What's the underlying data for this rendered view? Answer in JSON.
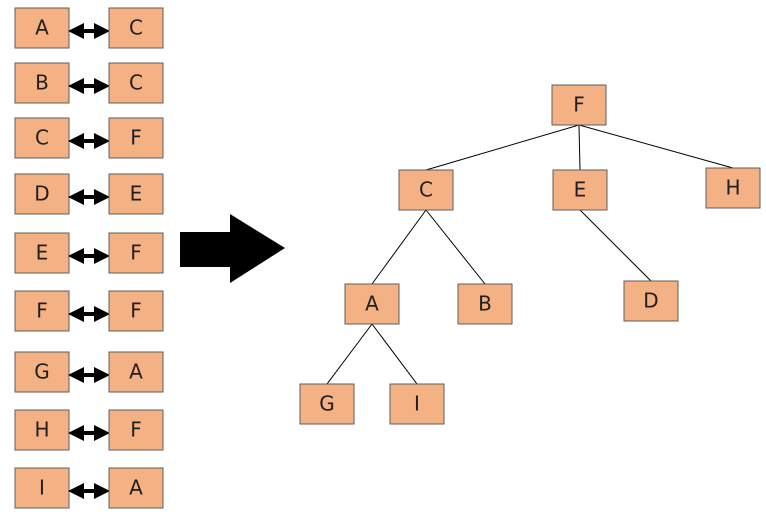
{
  "colors": {
    "node_fill": "#F4B183",
    "node_stroke": "#5E5E5E",
    "arrow": "#000000",
    "edge": "#000000"
  },
  "pairs": [
    {
      "left": "A",
      "right": "C"
    },
    {
      "left": "B",
      "right": "C"
    },
    {
      "left": "C",
      "right": "F"
    },
    {
      "left": "D",
      "right": "E"
    },
    {
      "left": "E",
      "right": "F"
    },
    {
      "left": "F",
      "right": "F"
    },
    {
      "left": "G",
      "right": "A"
    },
    {
      "left": "H",
      "right": "F"
    },
    {
      "left": "I",
      "right": "A"
    }
  ],
  "tree": {
    "nodes": [
      {
        "id": "F",
        "label": "F"
      },
      {
        "id": "C",
        "label": "C"
      },
      {
        "id": "E",
        "label": "E"
      },
      {
        "id": "H",
        "label": "H"
      },
      {
        "id": "A",
        "label": "A"
      },
      {
        "id": "B",
        "label": "B"
      },
      {
        "id": "D",
        "label": "D"
      },
      {
        "id": "G",
        "label": "G"
      },
      {
        "id": "I",
        "label": "I"
      }
    ],
    "edges": [
      {
        "from": "F",
        "to": "C"
      },
      {
        "from": "F",
        "to": "E"
      },
      {
        "from": "F",
        "to": "H"
      },
      {
        "from": "C",
        "to": "A"
      },
      {
        "from": "C",
        "to": "B"
      },
      {
        "from": "E",
        "to": "D"
      },
      {
        "from": "A",
        "to": "G"
      },
      {
        "from": "A",
        "to": "I"
      }
    ]
  }
}
